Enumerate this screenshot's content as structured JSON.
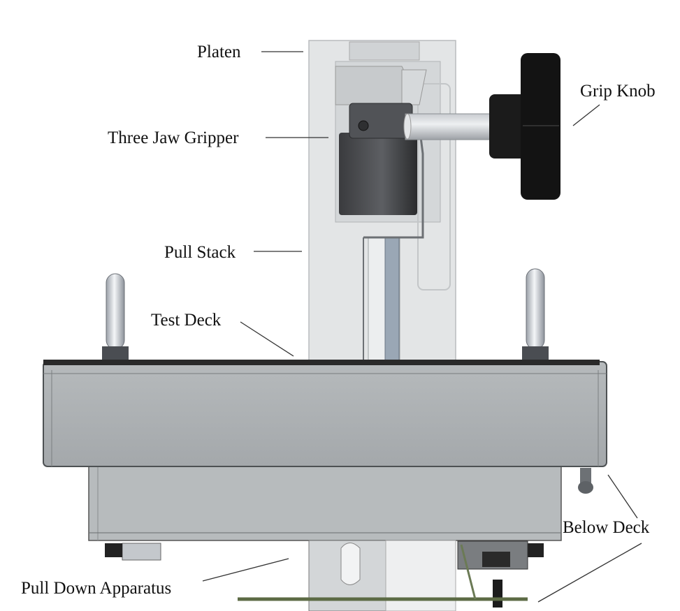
{
  "labels": {
    "platen": "Platen",
    "three_jaw_gripper": "Three Jaw Gripper",
    "grip_knob": "Grip Knob",
    "pull_stack": "Pull Stack",
    "test_deck": "Test Deck",
    "below_deck": "Below Deck",
    "pull_down_apparatus": "Pull Down Apparatus"
  },
  "colors": {
    "deck_body": "#adb1b3",
    "deck_top": "#2a2a2a",
    "column": "#dfe1e2",
    "gripper": "#4a4b4e",
    "knob": "#151515",
    "leader": "#333333"
  }
}
